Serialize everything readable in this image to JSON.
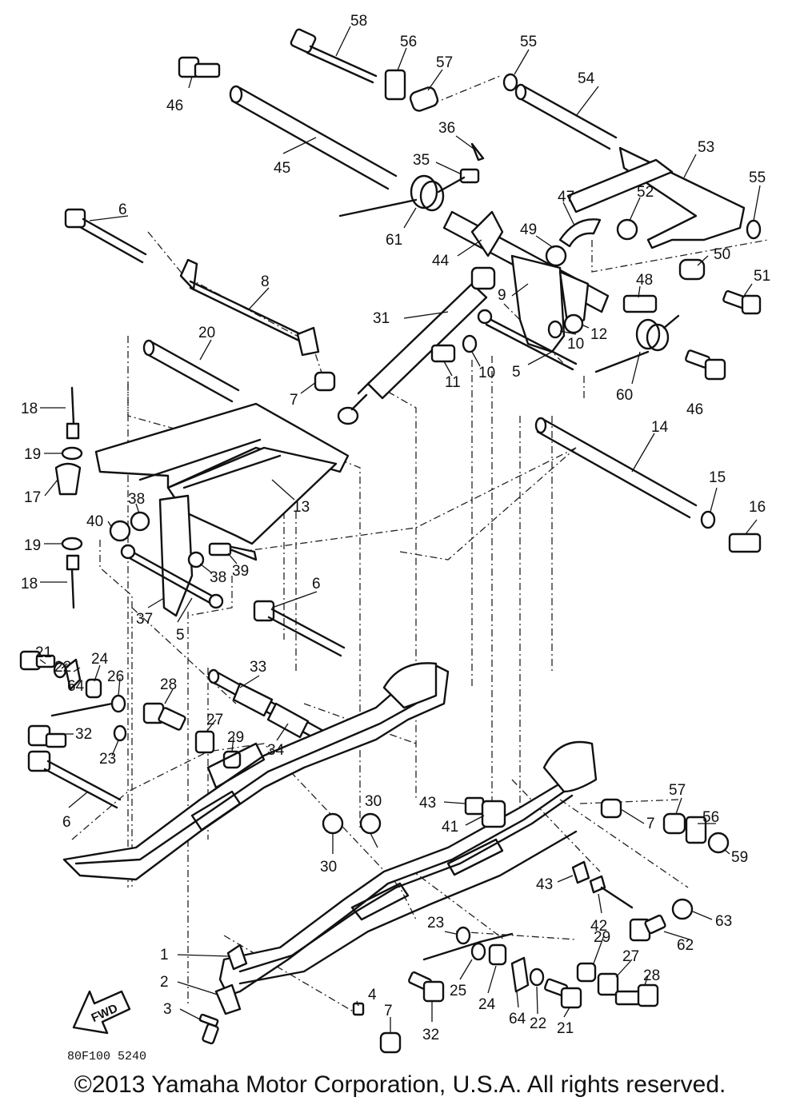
{
  "diagram": {
    "drawing_code": "80F100 5240",
    "fwd_label": "FWD",
    "callouts": [
      "58",
      "56",
      "55",
      "57",
      "54",
      "46",
      "36",
      "35",
      "45",
      "53",
      "55",
      "52",
      "6",
      "47",
      "61",
      "49",
      "44",
      "50",
      "51",
      "8",
      "48",
      "9",
      "31",
      "12",
      "10",
      "10",
      "11",
      "5",
      "20",
      "60",
      "46",
      "7",
      "14",
      "18",
      "19",
      "15",
      "17",
      "16",
      "38",
      "13",
      "40",
      "19",
      "39",
      "38",
      "18",
      "37",
      "5",
      "6",
      "21",
      "22",
      "33",
      "64",
      "24",
      "28",
      "26",
      "32",
      "27",
      "29",
      "23",
      "34",
      "6",
      "30",
      "43",
      "57",
      "41",
      "56",
      "59",
      "7",
      "30",
      "43",
      "42",
      "63",
      "23",
      "29",
      "62",
      "25",
      "24",
      "27",
      "28",
      "64",
      "22",
      "21",
      "32",
      "7",
      "1",
      "2",
      "4",
      "3"
    ]
  },
  "footer": {
    "copyright": "©2013 Yamaha Motor Corporation, U.S.A. All rights reserved."
  }
}
